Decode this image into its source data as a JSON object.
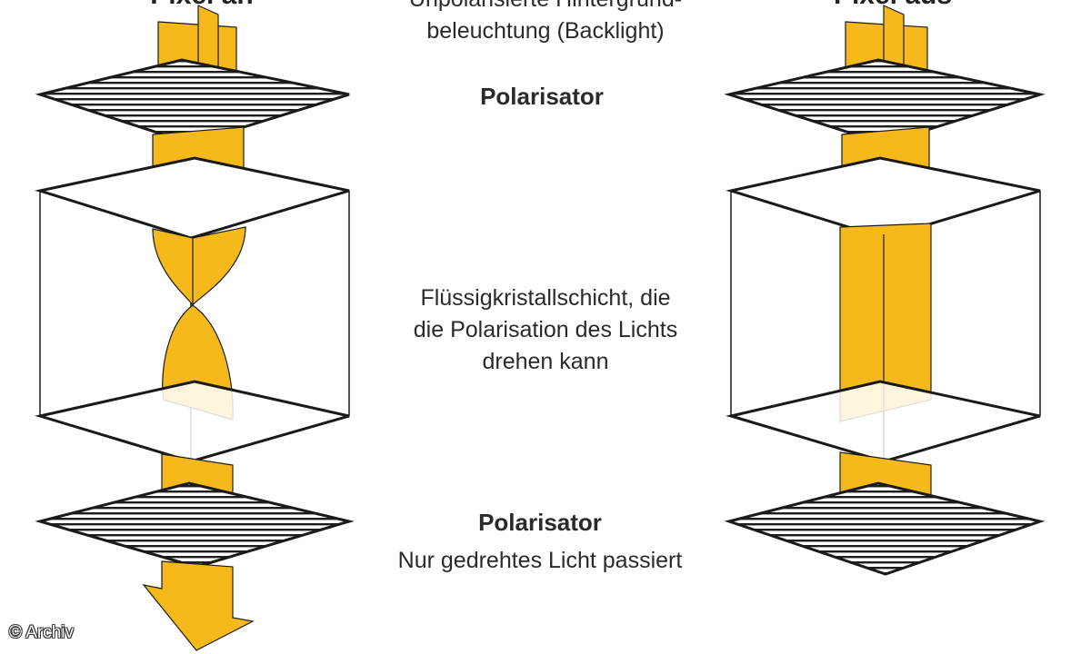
{
  "headings": {
    "left": "Pixel an",
    "right": "Pixel aus"
  },
  "labels": {
    "backlight_line1": "Unpolarisierte Hintergrund-",
    "backlight_line2": "beleuchtung (Backlight)",
    "polarizer_top": "Polarisator",
    "lc_line1": "Flüssigkristallschicht, die",
    "lc_line2": "die Polarisation des Lichts",
    "lc_line3": "drehen kann",
    "polarizer_bottom": "Polarisator",
    "polarizer_bottom_note": "Nur gedrehtes Licht passiert"
  },
  "copyright": "© Archiv",
  "colors": {
    "light": "#f6b91b",
    "light_dark": "#d9951a",
    "outline": "#1a1a1a",
    "panel": "#ffffff"
  }
}
